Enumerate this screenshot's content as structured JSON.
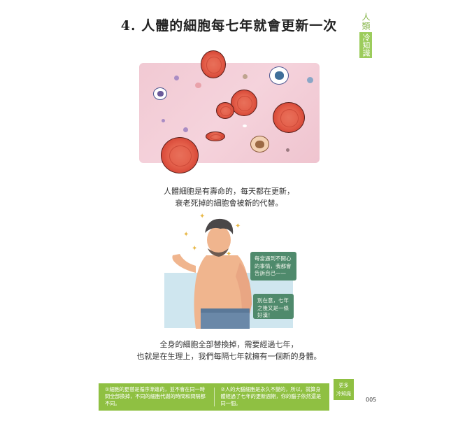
{
  "page": {
    "title": "4. 人體的細胞每七年就會更新一次",
    "side_tab": {
      "top": "人類",
      "highlight": "冷知識"
    },
    "illustration_cells": {
      "alt": "red blood cells and white blood cells illustration",
      "bg_color": "#f3ccd6",
      "cell_color": "#e4604b"
    },
    "paragraph1": {
      "line1": "人體細胞是有壽命的，每天都在更新，",
      "line2": "衰老死掉的細胞會被新的代替。"
    },
    "illustration_man": {
      "alt": "shirtless man with sparkles and speech bubbles",
      "bubble1": "每當遇到不開心的事情，我都會告訴自己——",
      "bubble2": "別在意，七年之後又是一條好漢！",
      "bubble_color": "#4f8a6c"
    },
    "paragraph2": {
      "line1": "全身的細胞全部替換掉，需要經過七年，",
      "line2": "也就是在生理上，我們每隔七年就擁有一個新的身體。"
    },
    "notes": {
      "color": "#8fc042",
      "note1": "①細胞的更替是循序漸進的，並不會在同一時間全部換掉，不同的細胞代謝的時間和間隔都不同。",
      "note2": "②人的大腦細胞是永久不變的，所以，就算身體經過了七年的更新週期，你的腦子依然還是同一個。"
    },
    "badge": {
      "line1": "更多",
      "line2": "冷知識"
    },
    "page_number": "005"
  }
}
